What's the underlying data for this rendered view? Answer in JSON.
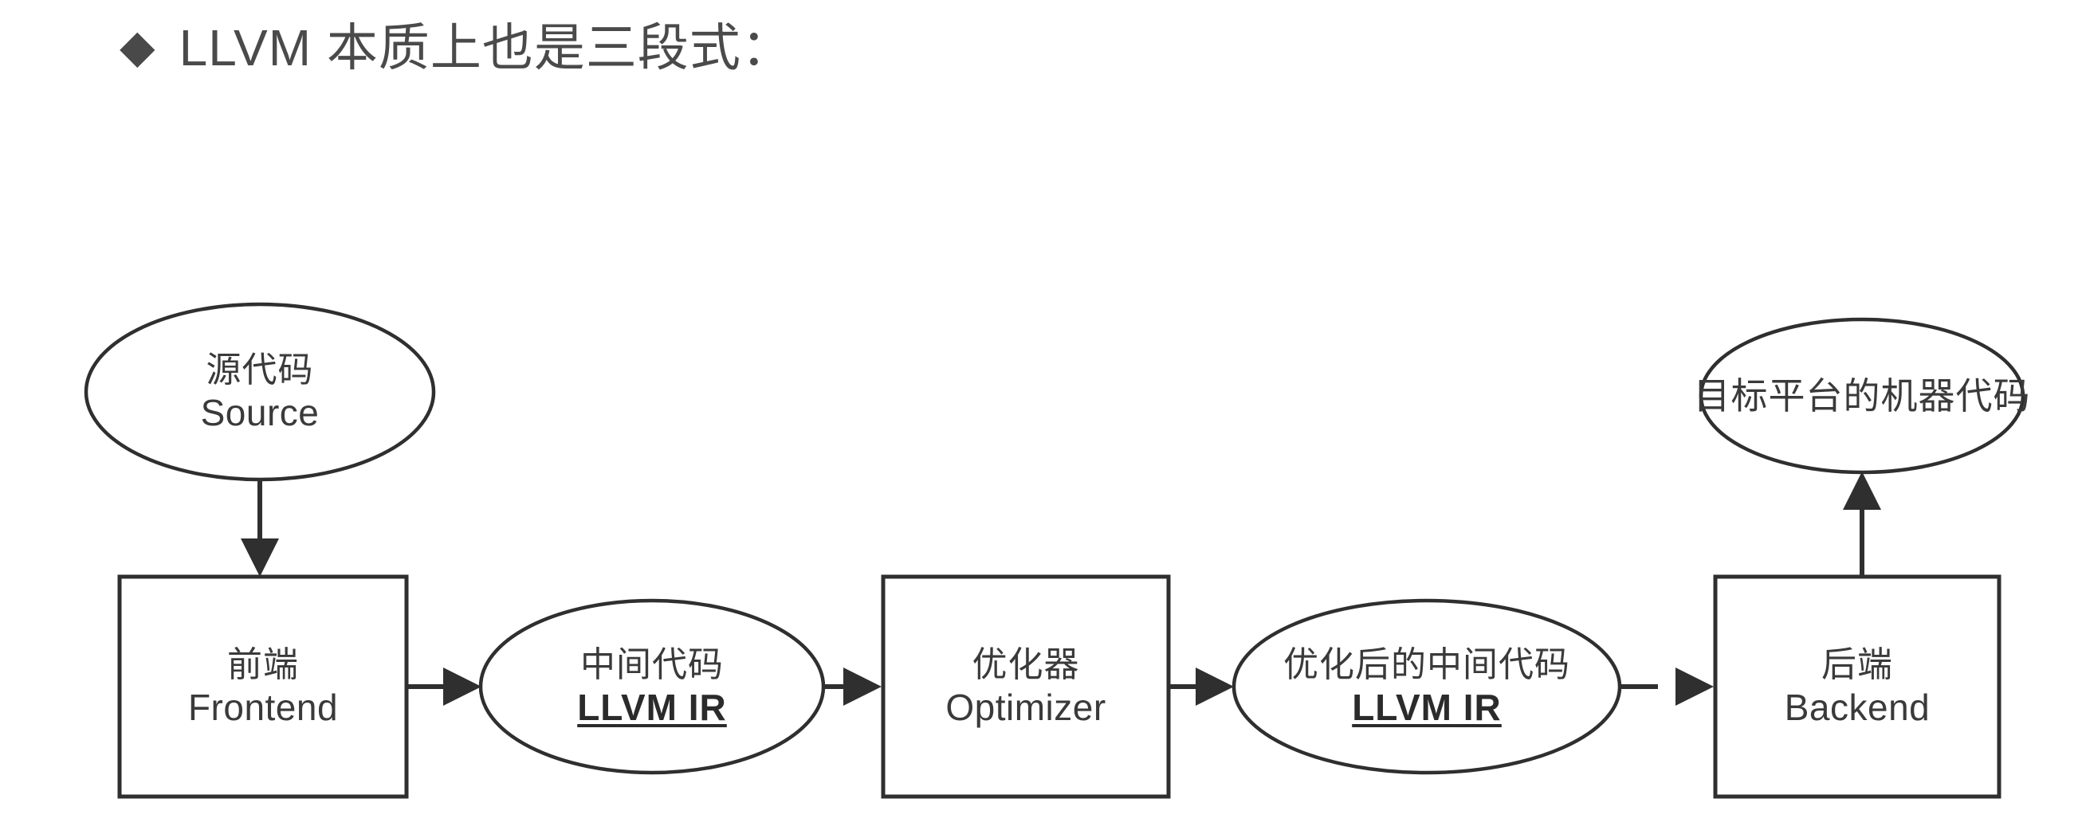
{
  "slide": {
    "title": {
      "bullet_icon": "filled-diamond-bullet-icon",
      "bullet_glyph": "◆",
      "text": "LLVM 本质上也是三段式："
    },
    "colors": {
      "background": "#ffffff",
      "title_text": "#4a4a4a",
      "stroke": "#2f2f2f",
      "node_text": "#3a3a3a",
      "emphasis_text": "#2b2b2b"
    }
  },
  "diagram": {
    "type": "flowchart",
    "orientation": "left-to-right",
    "nodes": [
      {
        "id": "source",
        "shape": "ellipse",
        "cn": "源代码",
        "en": "Source",
        "emphasis": false
      },
      {
        "id": "frontend",
        "shape": "rectangle",
        "cn": "前端",
        "en": "Frontend",
        "emphasis": false
      },
      {
        "id": "ir_in",
        "shape": "ellipse",
        "cn": "中间代码",
        "en": "LLVM IR",
        "emphasis": true
      },
      {
        "id": "optimizer",
        "shape": "rectangle",
        "cn": "优化器",
        "en": "Optimizer",
        "emphasis": false
      },
      {
        "id": "ir_out",
        "shape": "ellipse",
        "cn": "优化后的中间代码",
        "en": "LLVM IR",
        "emphasis": true
      },
      {
        "id": "backend",
        "shape": "rectangle",
        "cn": "后端",
        "en": "Backend",
        "emphasis": false
      },
      {
        "id": "machine_code",
        "shape": "ellipse",
        "cn": "目标平台的机器代码",
        "en": "",
        "emphasis": false
      }
    ],
    "edges": [
      {
        "from": "source",
        "to": "frontend",
        "direction": "down"
      },
      {
        "from": "frontend",
        "to": "ir_in",
        "direction": "right"
      },
      {
        "from": "ir_in",
        "to": "optimizer",
        "direction": "right"
      },
      {
        "from": "optimizer",
        "to": "ir_out",
        "direction": "right"
      },
      {
        "from": "ir_out",
        "to": "backend",
        "direction": "right"
      },
      {
        "from": "backend",
        "to": "machine_code",
        "direction": "up"
      }
    ]
  }
}
